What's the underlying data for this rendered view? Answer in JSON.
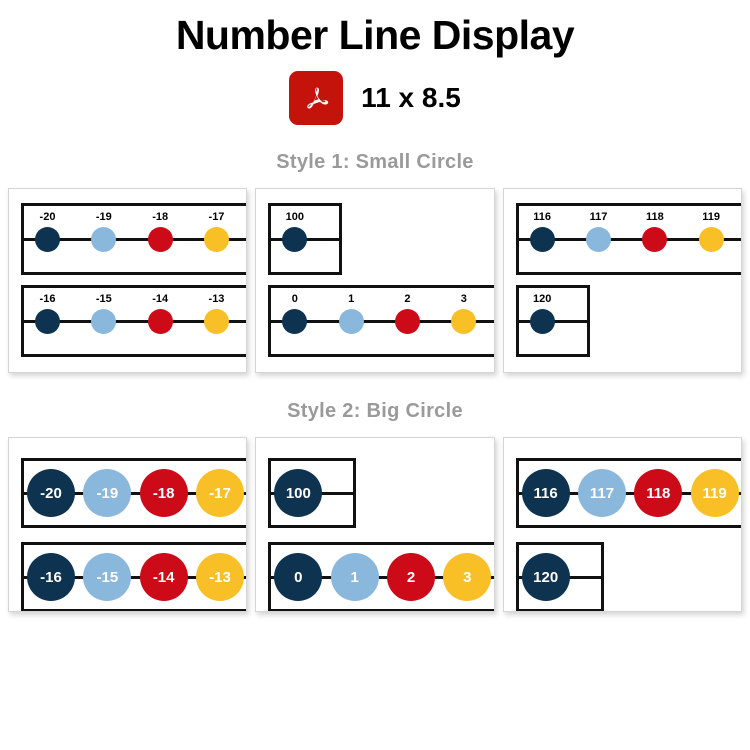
{
  "header": {
    "title": "Number Line Display",
    "icon": "pdf-icon",
    "doc_size": "11 x 8.5"
  },
  "colors": {
    "navy": "#0d3350",
    "blue": "#8ab8dd",
    "red": "#cc0a18",
    "yellow": "#f9bf26",
    "line": "#111111",
    "card_border": "#d5d5d5",
    "section_header": "#9a9a9a",
    "pdf_red": "#c3130b"
  },
  "sections": [
    {
      "id": "style-1",
      "header": "Style 1: Small Circle",
      "circle_style": "small",
      "cards": [
        {
          "rows": [
            {
              "layout": "full",
              "items": [
                {
                  "label": "-20",
                  "color": "navy"
                },
                {
                  "label": "-19",
                  "color": "blue"
                },
                {
                  "label": "-18",
                  "color": "red"
                },
                {
                  "label": "-17",
                  "color": "yellow"
                }
              ]
            },
            {
              "layout": "full",
              "items": [
                {
                  "label": "-16",
                  "color": "navy"
                },
                {
                  "label": "-15",
                  "color": "blue"
                },
                {
                  "label": "-14",
                  "color": "red"
                },
                {
                  "label": "-13",
                  "color": "yellow"
                }
              ]
            }
          ]
        },
        {
          "rows": [
            {
              "layout": "compact",
              "items": [
                {
                  "label": "100",
                  "color": "navy"
                }
              ]
            },
            {
              "layout": "full",
              "items": [
                {
                  "label": "0",
                  "color": "navy"
                },
                {
                  "label": "1",
                  "color": "blue"
                },
                {
                  "label": "2",
                  "color": "red"
                },
                {
                  "label": "3",
                  "color": "yellow"
                }
              ]
            }
          ]
        },
        {
          "rows": [
            {
              "layout": "full",
              "items": [
                {
                  "label": "116",
                  "color": "navy"
                },
                {
                  "label": "117",
                  "color": "blue"
                },
                {
                  "label": "118",
                  "color": "red"
                },
                {
                  "label": "119",
                  "color": "yellow"
                }
              ]
            },
            {
              "layout": "compact",
              "items": [
                {
                  "label": "120",
                  "color": "navy"
                }
              ]
            }
          ]
        }
      ]
    },
    {
      "id": "style-2",
      "header": "Style 2:  Big Circle",
      "circle_style": "big",
      "cards": [
        {
          "rows": [
            {
              "layout": "full",
              "items": [
                {
                  "label": "-20",
                  "color": "navy"
                },
                {
                  "label": "-19",
                  "color": "blue"
                },
                {
                  "label": "-18",
                  "color": "red"
                },
                {
                  "label": "-17",
                  "color": "yellow"
                }
              ]
            },
            {
              "layout": "full",
              "items": [
                {
                  "label": "-16",
                  "color": "navy"
                },
                {
                  "label": "-15",
                  "color": "blue"
                },
                {
                  "label": "-14",
                  "color": "red"
                },
                {
                  "label": "-13",
                  "color": "yellow"
                }
              ]
            }
          ]
        },
        {
          "rows": [
            {
              "layout": "compact",
              "items": [
                {
                  "label": "100",
                  "color": "navy"
                }
              ]
            },
            {
              "layout": "full",
              "items": [
                {
                  "label": "0",
                  "color": "navy"
                },
                {
                  "label": "1",
                  "color": "blue"
                },
                {
                  "label": "2",
                  "color": "red"
                },
                {
                  "label": "3",
                  "color": "yellow"
                }
              ]
            }
          ]
        },
        {
          "rows": [
            {
              "layout": "full",
              "items": [
                {
                  "label": "116",
                  "color": "navy"
                },
                {
                  "label": "117",
                  "color": "blue"
                },
                {
                  "label": "118",
                  "color": "red"
                },
                {
                  "label": "119",
                  "color": "yellow"
                }
              ]
            },
            {
              "layout": "compact",
              "items": [
                {
                  "label": "120",
                  "color": "navy"
                }
              ]
            }
          ]
        }
      ]
    }
  ]
}
